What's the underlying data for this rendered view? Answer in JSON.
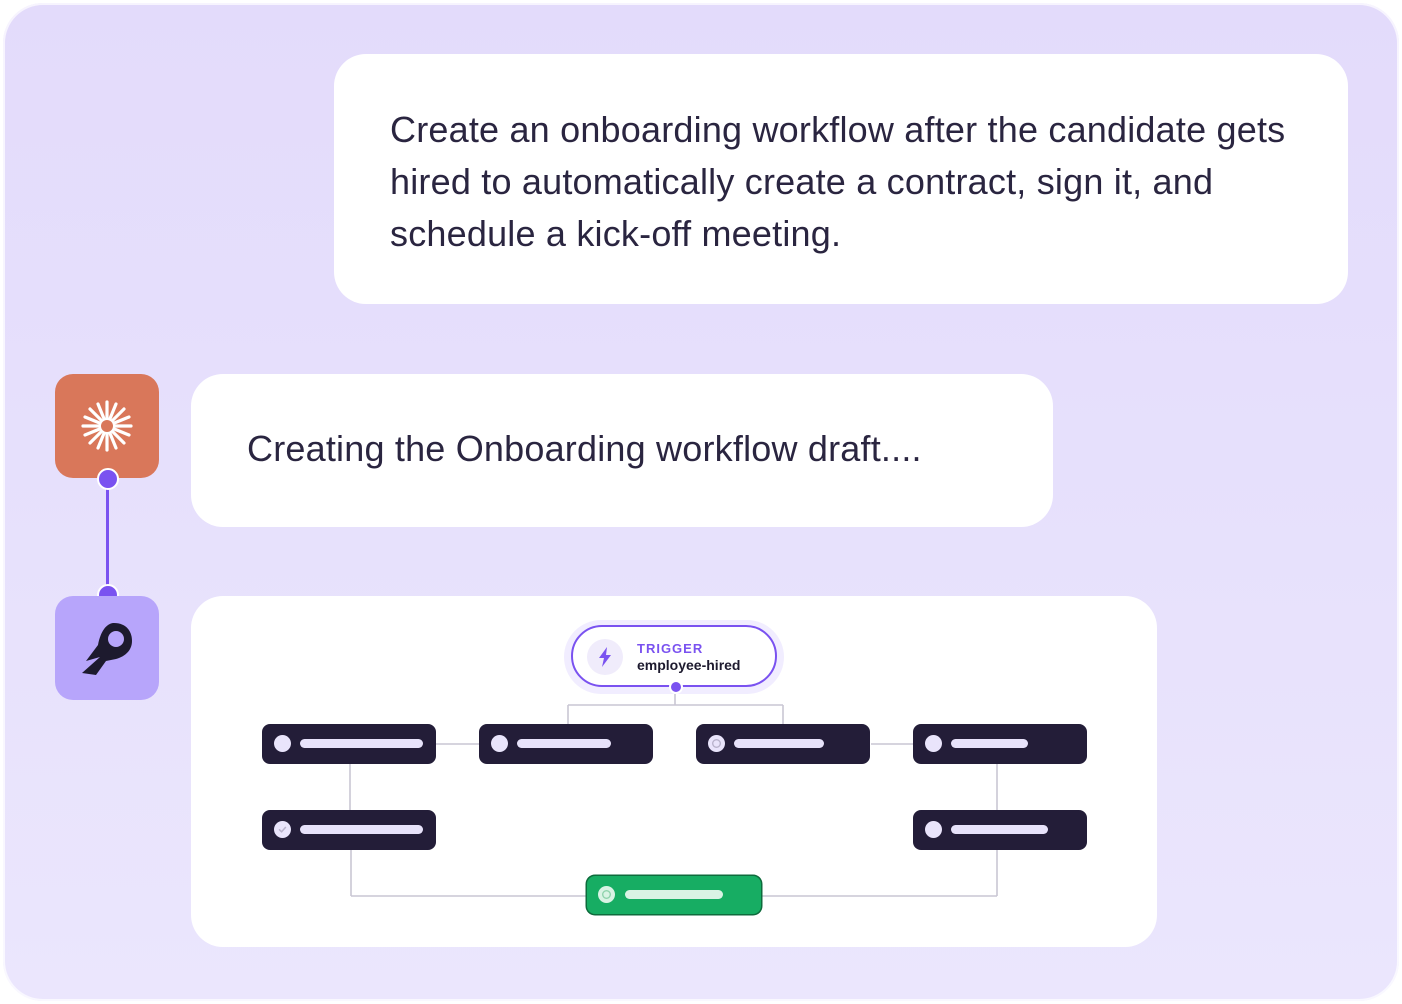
{
  "conversation": {
    "user_prompt": "Create an onboarding workflow after the candidate gets hired to automatically create a contract, sign it, and schedule a kick-off meeting.",
    "assistant_status": "Creating the Onboarding workflow draft...."
  },
  "avatars": {
    "assistant_icon": "sparkle-burst-icon",
    "workflow_icon": "rocket-icon",
    "assistant_color": "#d9775a",
    "workflow_color": "#b7a5fb"
  },
  "workflow": {
    "trigger": {
      "kicker": "TRIGGER",
      "name": "employee-hired",
      "icon": "lightning-bolt-icon"
    },
    "colors": {
      "accent": "#7a52f0",
      "node": "#231d38",
      "end_node": "#17ad63"
    }
  }
}
